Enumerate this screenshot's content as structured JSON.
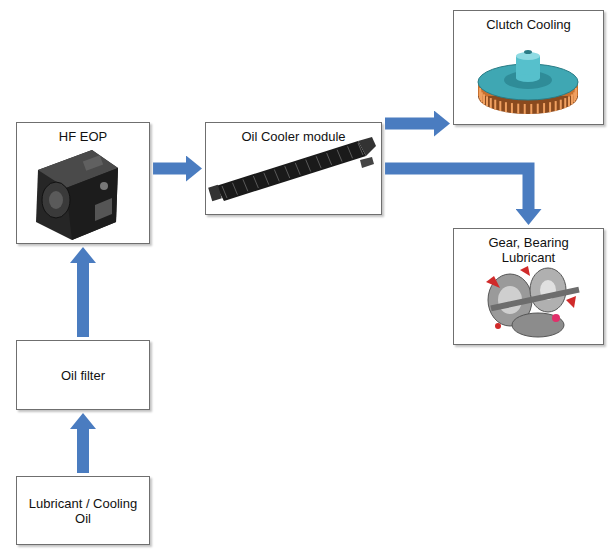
{
  "diagram": {
    "nodes": [
      {
        "text": [
          "Lubricant / Cooling Oil"
        ]
      },
      {
        "text": [
          "Oil filter"
        ]
      },
      {
        "text": [
          "HF EOP"
        ]
      },
      {
        "text": [
          "Oil Cooler module"
        ]
      },
      {
        "text": [
          "Clutch Cooling"
        ]
      },
      {
        "text": [
          "Gear, Bearing Lubricant"
        ]
      }
    ],
    "edges": [
      {
        "from": 0,
        "to": 1,
        "arrow": "to"
      },
      {
        "from": 1,
        "to": 2,
        "arrow": "to"
      },
      {
        "from": 2,
        "to": 3,
        "arrow": "to"
      },
      {
        "from": 3,
        "to": 4,
        "arrow": "to"
      },
      {
        "from": 3,
        "to": 5,
        "arrow": "to"
      }
    ]
  }
}
